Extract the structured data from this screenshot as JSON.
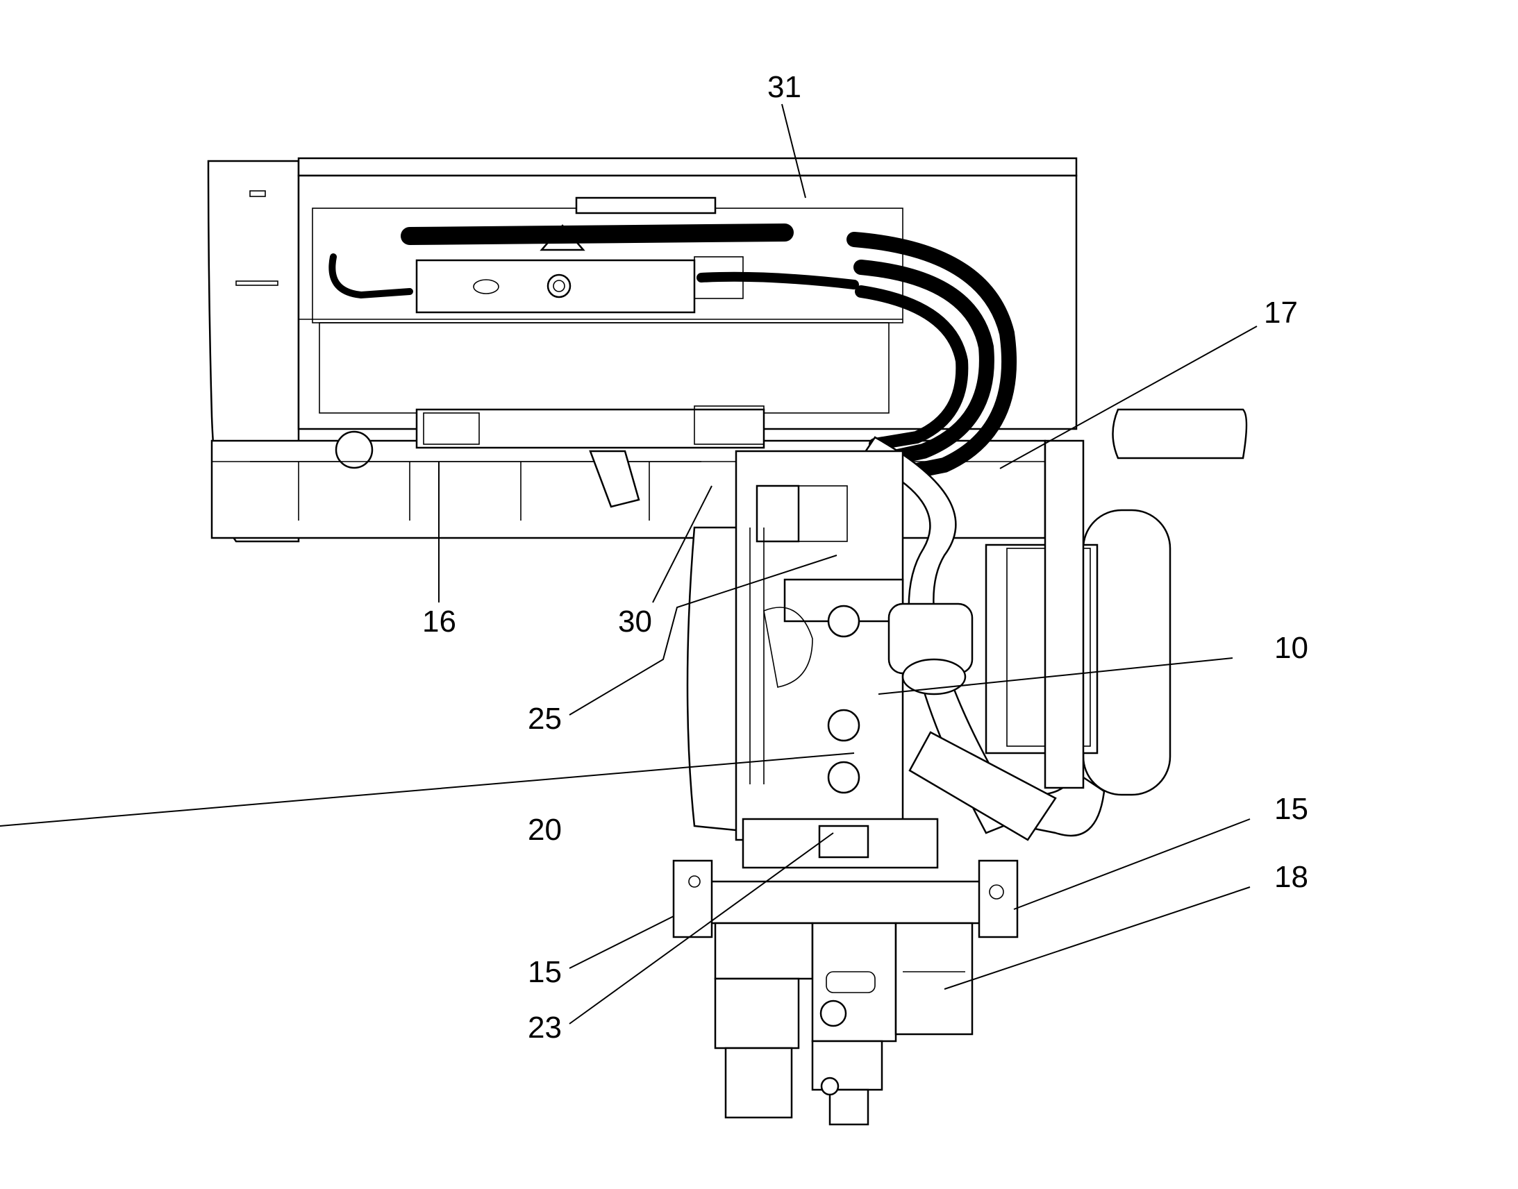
{
  "callouts": [
    {
      "id": "c31",
      "label": "31"
    },
    {
      "id": "c17",
      "label": "17"
    },
    {
      "id": "c16",
      "label": "16"
    },
    {
      "id": "c30",
      "label": "30"
    },
    {
      "id": "c10",
      "label": "10"
    },
    {
      "id": "c25",
      "label": "25"
    },
    {
      "id": "c20",
      "label": "20"
    },
    {
      "id": "c15a",
      "label": "15"
    },
    {
      "id": "c18",
      "label": "18"
    },
    {
      "id": "c15b",
      "label": "15"
    },
    {
      "id": "c23",
      "label": "23"
    }
  ]
}
